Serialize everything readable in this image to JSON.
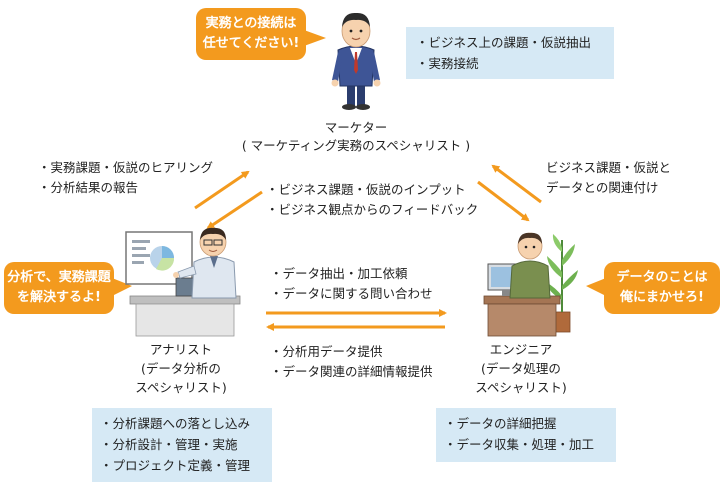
{
  "marketer": {
    "bubble": [
      "実務との接続は",
      "任せてください!"
    ],
    "box": [
      "・ビジネス上の課題・仮説抽出",
      "・実務接続"
    ],
    "name": "マーケター",
    "subtitle": "( マーケティング実務のスペシャリスト )"
  },
  "analyst": {
    "bubble": [
      "分析で、実務課題",
      "を解決するよ!"
    ],
    "name": [
      "アナリスト",
      "(データ分析の",
      "スペシャリスト)"
    ],
    "box": [
      "・分析課題への落とし込み",
      "・分析設計・管理・実施",
      "・プロジェクト定義・管理"
    ]
  },
  "engineer": {
    "bubble": [
      "データのことは",
      "俺にまかせろ!"
    ],
    "name": [
      "エンジニア",
      "(データ処理の",
      "スペシャリスト)"
    ],
    "box": [
      "・データの詳細把握",
      "・データ収集・処理・加工"
    ]
  },
  "flows": {
    "top_left": [
      "・実務課題・仮説のヒアリング",
      "・分析結果の報告"
    ],
    "top_center": [
      "・ビジネス課題・仮説のインプット",
      "・ビジネス観点からのフィードバック"
    ],
    "top_right": [
      "ビジネス課題・仮説と",
      "データとの関連付け"
    ],
    "mid_right": [
      "・データ抽出・加工依頼",
      "・データに関する問い合わせ"
    ],
    "mid_left": [
      "・分析用データ提供",
      "・データ関連の詳細情報提供"
    ]
  },
  "colors": {
    "orange": "#f39a1e",
    "blue_box": "#d6e9f5"
  }
}
